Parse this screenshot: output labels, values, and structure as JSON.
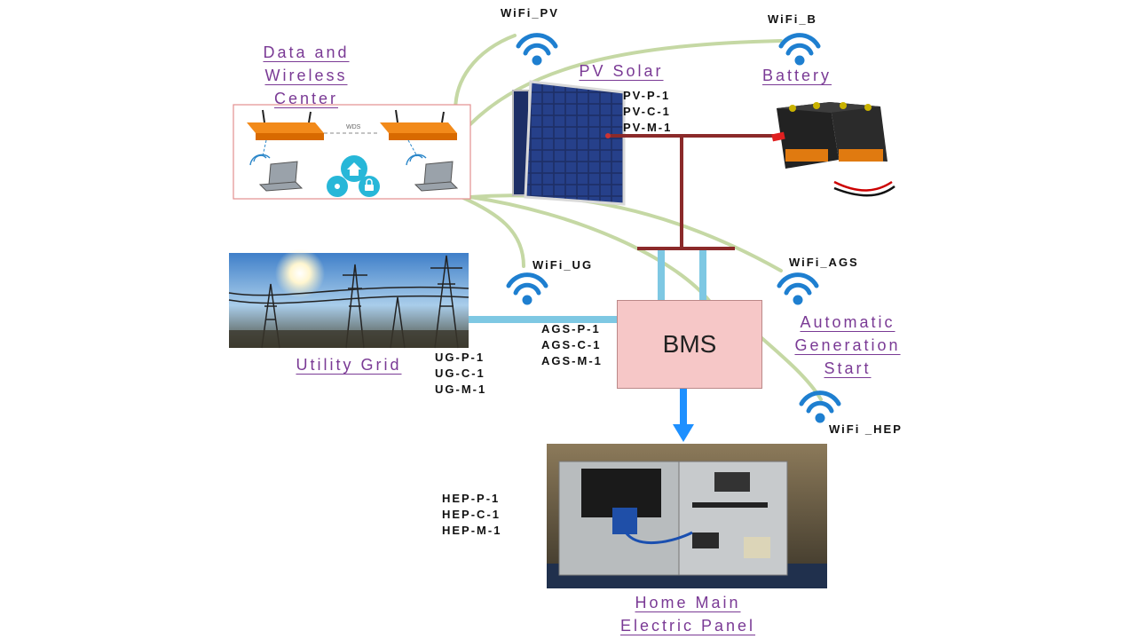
{
  "nodes": {
    "bms": "BMS",
    "data_center": [
      "Data and",
      "Wireless",
      "Center"
    ],
    "pv_solar": "PV Solar",
    "battery": "Battery",
    "utility_grid": "Utility Grid",
    "ags": [
      "Automatic",
      "Generation",
      "Start"
    ],
    "home_panel": [
      "Home Main",
      "Electric Panel"
    ]
  },
  "wifi": {
    "pv": "WiFi_PV",
    "battery": "WiFi_B",
    "ug": "WiFi_UG",
    "ags": "WiFi_AGS",
    "hep": "WiFi _HEP"
  },
  "codes": {
    "pv": [
      "PV-P-1",
      "PV-C-1",
      "PV-M-1"
    ],
    "ags": [
      "AGS-P-1",
      "AGS-C-1",
      "AGS-M-1"
    ],
    "ug": [
      "UG-P-1",
      "UG-C-1",
      "UG-M-1"
    ],
    "hep": [
      "HEP-P-1",
      "HEP-C-1",
      "HEP-M-1"
    ]
  },
  "router_link_label": "WDS",
  "colors": {
    "label": "#7a3a95",
    "dc_bus": "#8b2a2a",
    "ac_link": "#7ec8e3",
    "wireless_link": "#c5d8a4",
    "wifi_icon": "#1e7fd0",
    "bms_fill": "#f6c7c7"
  }
}
